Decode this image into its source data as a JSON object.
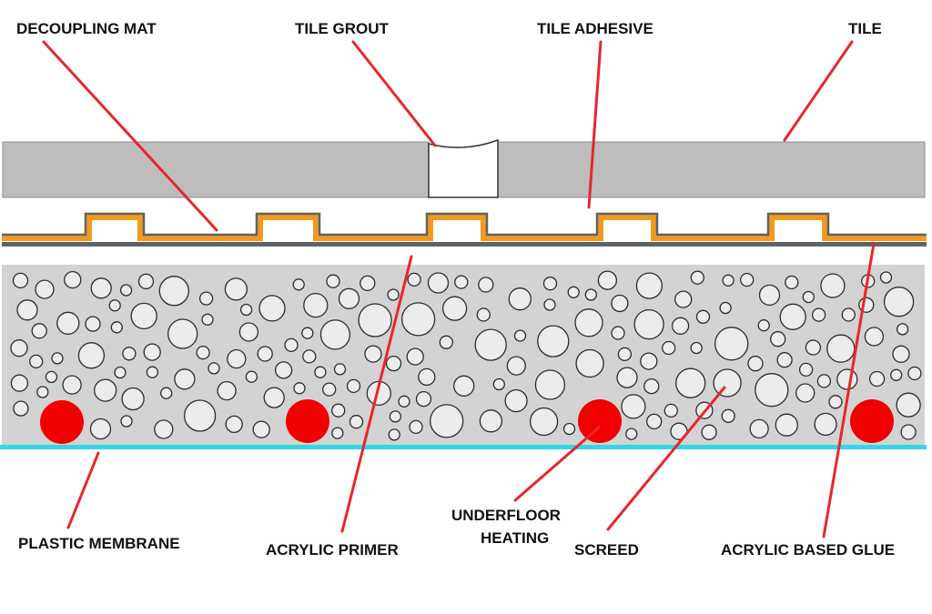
{
  "labels": {
    "decoupling_mat": "DECOUPLING MAT",
    "tile_grout": "TILE GROUT",
    "tile_adhesive": "TILE ADHESIVE",
    "tile": "TILE",
    "plastic_membrane": "PLASTIC MEMBRANE",
    "acrylic_primer": "ACRYLIC PRIMER",
    "underfloor_heating_line1": "UNDERFLOOR",
    "underfloor_heating_line2": "HEATING",
    "screed": "SCREED",
    "acrylic_based_glue": "ACRYLIC BASED GLUE"
  },
  "colors": {
    "tile": "#bdbdbd",
    "tile_border": "#8a8a8a",
    "grout": "#ffffff",
    "mat_gray": "#5f6368",
    "mat_orange": "#f39a1c",
    "screed": "#d3d3d3",
    "aggregate_fill": "#ececec",
    "aggregate_stroke": "#2b2b2b",
    "heating_pipe": "#f00000",
    "membrane": "#33d6e6",
    "leader_line": "#e8262b"
  }
}
